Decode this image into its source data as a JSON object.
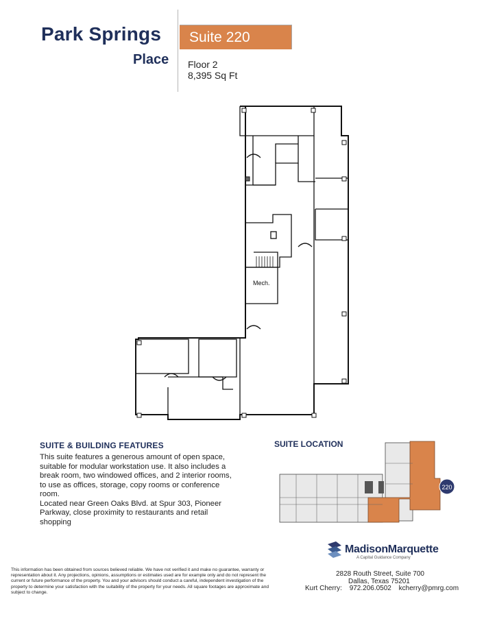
{
  "header": {
    "title": "Park Springs",
    "subtitle": "Place",
    "suite": "Suite 220",
    "floor": "Floor  2",
    "sqft": "8,395 Sq Ft"
  },
  "floorplan": {
    "room_label": "Mech."
  },
  "features": {
    "heading": "SUITE & BUILDING FEATURES",
    "paragraph1": "This suite features a generous amount of open space, suitable for modular workstation use. It also includes a break room, two windowed offices, and 2 interior rooms, to use as offices, storage, copy rooms or conference room.",
    "paragraph2": "Located near Green Oaks Blvd. at Spur 303, Pioneer Parkway, close proximity to restaurants and retail shopping"
  },
  "location": {
    "heading": "SUITE LOCATION",
    "marker": "220",
    "highlight_color": "#d9844b"
  },
  "brand": {
    "name": "MadisonMarquette",
    "tagline": "A Capital Guidance Company",
    "address_line1": "2828 Routh Street, Suite 700",
    "address_line2": "Dallas, Texas 75201",
    "contact_name": "Kurt Cherry:",
    "phone": "972.206.0502",
    "email": "kcherry@pmrg.com"
  },
  "disclaimer": "This information has been obtained from sources believed reliable. We have not verified it and make no guarantee, warranty or representation about it. Any projections, opinions, assumptions or estimates used are for example only and do not represent the current or future performance of the property. You and your advisors should conduct a careful, independent investigation of the property to determine your satisfaction with the suitability of the property for your needs. All square footages are approximate and subject to change.",
  "colors": {
    "navy": "#1f2f5a",
    "accent": "#d9844b"
  }
}
